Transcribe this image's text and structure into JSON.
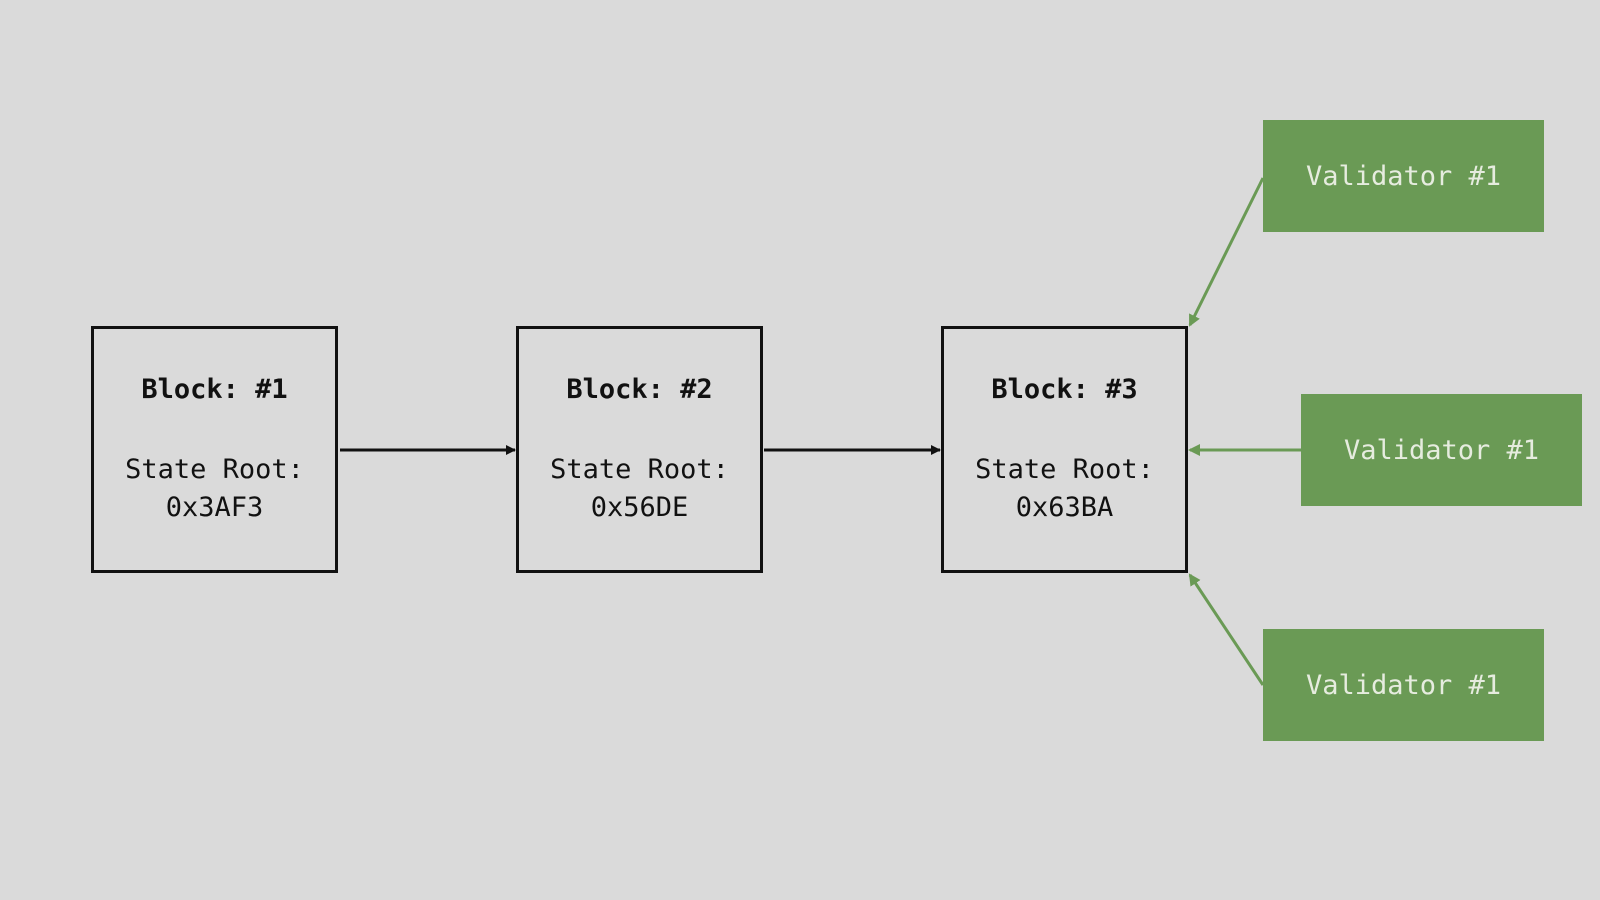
{
  "colors": {
    "background": "#dadada",
    "block_border": "#111111",
    "chain_arrow": "#111111",
    "validator_fill": "#6a9a55",
    "validator_text": "#e6ecdf",
    "vote_arrow": "#6a9a55"
  },
  "blocks": [
    {
      "title": "Block: #1",
      "state_root_label": "State Root:",
      "state_root": "0x3AF3"
    },
    {
      "title": "Block: #2",
      "state_root_label": "State Root:",
      "state_root": "0x56DE"
    },
    {
      "title": "Block: #3",
      "state_root_label": "State Root:",
      "state_root": "0x63BA"
    }
  ],
  "validators": [
    {
      "label": "Validator #1"
    },
    {
      "label": "Validator #1"
    },
    {
      "label": "Validator #1"
    }
  ],
  "edges": [
    {
      "from": "block-1",
      "to": "block-2"
    },
    {
      "from": "block-2",
      "to": "block-3"
    },
    {
      "from": "validator-1",
      "to": "block-3"
    },
    {
      "from": "validator-2",
      "to": "block-3"
    },
    {
      "from": "validator-3",
      "to": "block-3"
    }
  ]
}
